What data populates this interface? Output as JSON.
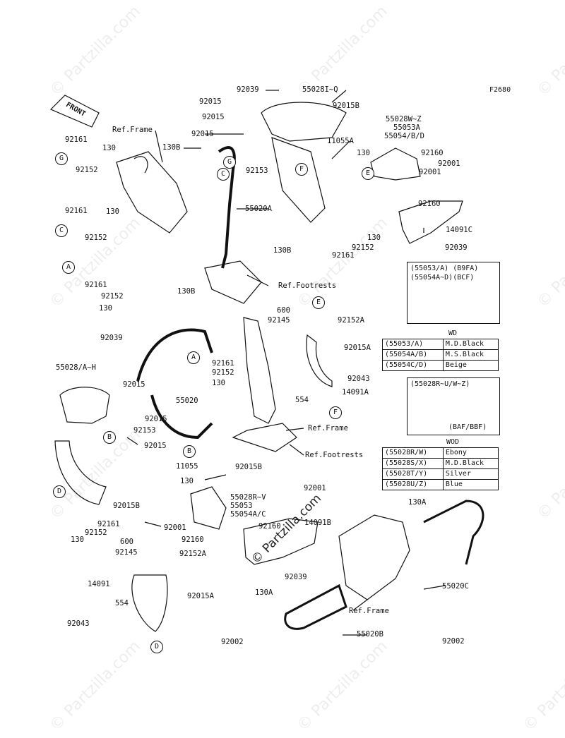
{
  "diagram_code": "F2680",
  "front_label": "FRONT",
  "watermark": "© Partzilla.com",
  "center_watermark": "© Partzilla.com",
  "callouts": [
    "A",
    "B",
    "C",
    "D",
    "E",
    "F",
    "G"
  ],
  "labels": {
    "92039_a": "92039",
    "55028_iq": "55028I~Q",
    "92015_a": "92015",
    "92015b_a": "92015B",
    "92015_b": "92015",
    "55028_wz": "55028W~Z",
    "55053a_a": "55053A",
    "55054_bd": "55054/B/D",
    "92015_c": "92015",
    "ref_frame_a": "Ref.Frame",
    "11055a": "11055A",
    "92161_a": "92161",
    "130_a": "130",
    "130b_a": "130B",
    "130_b": "130",
    "92160_a": "92160",
    "92152_a": "92152",
    "92153_a": "92153",
    "92001_a": "92001",
    "55020a": "55020A",
    "92160_b": "92160",
    "92161_b": "92161",
    "130_c": "130",
    "14091c": "14091C",
    "92152_b": "92152",
    "130_d": "130",
    "92161_c": "92161",
    "92039_b": "92039",
    "130b_b": "130B",
    "92161_d": "92161",
    "92152_c": "92152",
    "130_e": "130",
    "ref_footrests_a": "Ref.Footrests",
    "130b_c": "130B",
    "600_a": "600",
    "92145_a": "92145",
    "92152a_a": "92152A",
    "92039_c": "92039",
    "92015a_a": "92015A",
    "55028_ah": "55028/A~H",
    "92161_e": "92161",
    "92152_d": "92152",
    "130_f": "130",
    "92015_d": "92015",
    "92043_a": "92043",
    "554_a": "554",
    "14091a": "14091A",
    "55020": "55020",
    "92015_e": "92015",
    "92153_b": "92153",
    "ref_frame_b": "Ref.Frame",
    "92015_f": "92015",
    "ref_footrests_b": "Ref.Footrests",
    "11055": "11055",
    "92015b_b": "92015B",
    "130_g": "130",
    "92001_b": "92001",
    "55028_rv": "55028R~V",
    "55053": "55053",
    "55054_ac": "55054A/C",
    "92160_c": "92160",
    "14091b": "14091B",
    "92015b_c": "92015B",
    "92161_f": "92161",
    "92152_e": "92152",
    "130_h": "130",
    "600_b": "600",
    "92145_b": "92145",
    "92152a_b": "92152A",
    "92001_c": "92001",
    "92160_d": "92160",
    "92039_d": "92039",
    "14091": "14091",
    "92015a_b": "92015A",
    "554_b": "554",
    "92043_b": "92043",
    "130a_a": "130A",
    "130a_b": "130A",
    "ref_frame_c": "Ref.Frame",
    "55020c": "55020C",
    "55020b": "55020B",
    "92002_a": "92002",
    "92002_b": "92002"
  },
  "legend_wd": {
    "models": [
      "(55053/A) (B9FA)",
      "(55054A~D)(BCF)"
    ],
    "title": "WD",
    "rows": [
      {
        "part": "(55053/A)",
        "color": "M.D.Black"
      },
      {
        "part": "(55054A/B)",
        "color": "M.S.Black"
      },
      {
        "part": "(55054C/D)",
        "color": "Beige"
      }
    ]
  },
  "legend_wod": {
    "models": [
      "(55028R~U/W~Z)"
    ],
    "model_sub": "(BAF/BBF)",
    "title": "WOD",
    "rows": [
      {
        "part": "(55028R/W)",
        "color": "Ebony"
      },
      {
        "part": "(55028S/X)",
        "color": "M.D.Black"
      },
      {
        "part": "(55028T/Y)",
        "color": "Silver"
      },
      {
        "part": "(55028U/Z)",
        "color": "Blue"
      }
    ]
  }
}
